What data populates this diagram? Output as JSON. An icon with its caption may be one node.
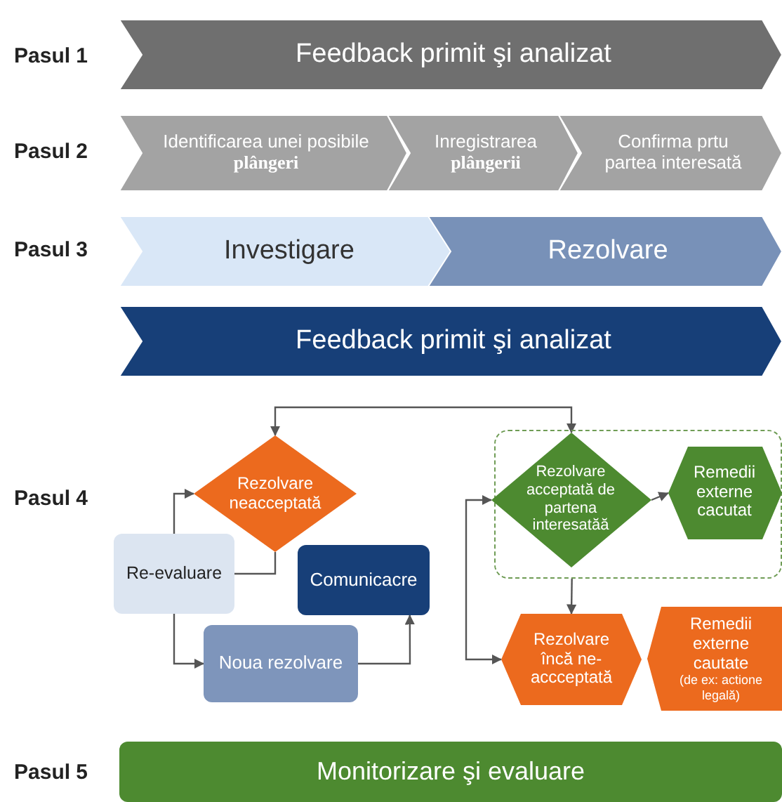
{
  "diagram": {
    "nodes": [
      {
        "text": [
          "Feedback primit şi analizat"
        ]
      },
      {
        "text": [
          "Identificarea unei posibile **plângeri**"
        ]
      },
      {
        "text": [
          "Inregistrarea **plângerii**"
        ]
      },
      {
        "text": [
          "Confirma prtu partea interesată"
        ]
      },
      {
        "text": [
          "Investigare"
        ]
      },
      {
        "text": [
          "Rezolvare"
        ]
      },
      {
        "text": [
          "Feedback primit şi analizat"
        ]
      },
      {
        "text": [
          "Rezolvare neacceptată"
        ]
      },
      {
        "text": [],
        "shape": "box"
      },
      {
        "text": [
          "Rezolvare acceptată de partena interesatăă"
        ],
        "in": 8
      },
      {
        "text": [
          "Remedii externe cacutat"
        ],
        "in": 8
      },
      {
        "text": [
          "Re-evaluare"
        ]
      },
      {
        "text": [
          "Comunicacre"
        ]
      },
      {
        "text": [
          "Noua rezolvare"
        ]
      },
      {
        "text": [
          "Rezolvare încă ne-accceptată"
        ]
      },
      {
        "text": [
          "Remedii externe cautate",
          "(de ex: actione legală)"
        ]
      },
      {
        "text": [
          "Monitorizare şi evaluare"
        ]
      }
    ],
    "edges": [
      {
        "from": 7,
        "to": 9,
        "arrow": "both"
      },
      {
        "from": 11,
        "to": 7,
        "arrow": "to"
      },
      {
        "from": 7,
        "to": 11,
        "arrow": "none"
      },
      {
        "from": 11,
        "to": 13,
        "arrow": "to"
      },
      {
        "from": 13,
        "to": 12,
        "arrow": "to"
      },
      {
        "from": null,
        "to": 9,
        "arrow": "to"
      },
      {
        "from": null,
        "to": 14,
        "arrow": "to"
      },
      {
        "from": 9,
        "to": 10,
        "arrow": "to"
      },
      {
        "from": 8,
        "to": 14,
        "arrow": "to"
      }
    ],
    "labels": [
      "Pasul 1",
      "Pasul 2",
      "Pasul 3",
      "Pasul 4",
      "Pasul 5"
    ]
  }
}
